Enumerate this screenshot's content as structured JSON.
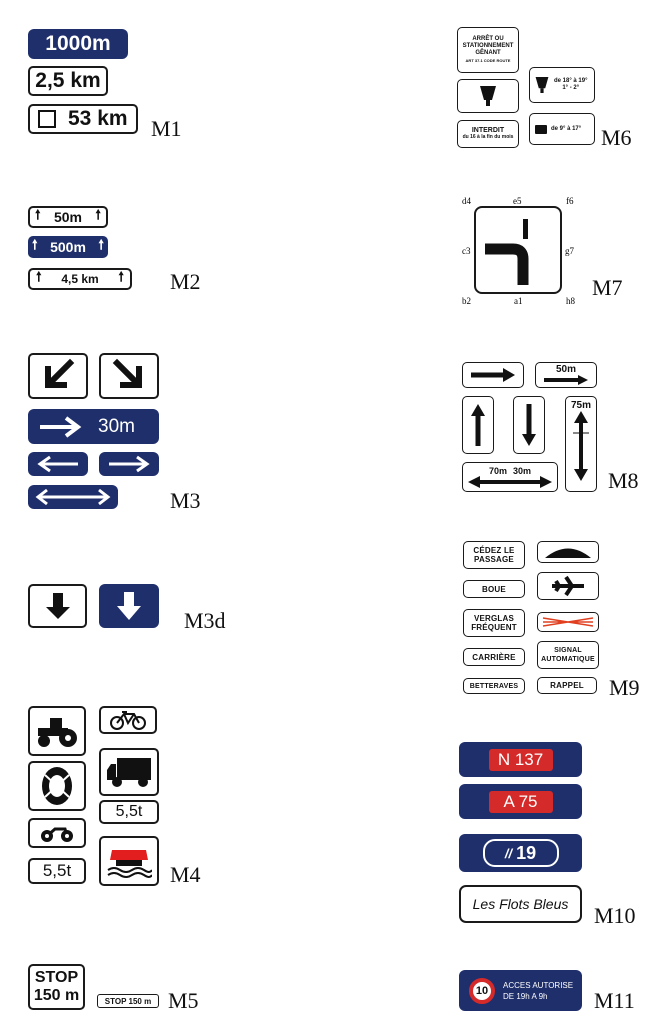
{
  "labels": {
    "m1": "M1",
    "m2": "M2",
    "m3": "M3",
    "m3d": "M3d",
    "m4": "M4",
    "m5": "M5",
    "m6": "M6",
    "m7": "M7",
    "m8": "M8",
    "m9": "M9",
    "m10": "M10",
    "m11": "M11"
  },
  "m1": {
    "dist_1000": "1000m",
    "dist_2_5": "2,5 km",
    "dist_53": "53 km"
  },
  "m2": {
    "dist_50": "50m",
    "dist_500": "500m",
    "dist_4_5": "4,5 km"
  },
  "m3": {
    "dist_30": "30m"
  },
  "m4": {
    "weight_a": "5,5t",
    "weight_b": "5,5t"
  },
  "m5": {
    "stop_big_word": "STOP",
    "stop_big_dist": "150 m",
    "stop_small": "STOP 150 m"
  },
  "m6": {
    "arret_lines": [
      "ARRÊT OU",
      "STATIONNEMENT",
      "GÊNANT"
    ],
    "arret_small": "ART 37.1 CODE ROUTE",
    "hours_a": "de 18° à 19°",
    "hours_a2": "1° - 2°",
    "interdit_word": "INTERDIT",
    "interdit_small": "du 16 à la fin du mois",
    "hours_b": "de 9° à 17°"
  },
  "m7": {
    "grid": {
      "d4": "d4",
      "e5": "e5",
      "f6": "f6",
      "c3": "c3",
      "g7": "g7",
      "b2": "b2",
      "a1": "a1",
      "h8": "h8"
    }
  },
  "m8": {
    "dist_50": "50m",
    "dist_75": "75m",
    "dist_70": "70m",
    "dist_30": "30m"
  },
  "m9": {
    "cedez": [
      "CÉDEZ LE",
      "PASSAGE"
    ],
    "boue": "BOUE",
    "verglas": [
      "VERGLAS",
      "FRÉQUENT"
    ],
    "carriere": "CARRIÈRE",
    "signal": [
      "SIGNAL",
      "AUTOMATIQUE"
    ],
    "betteraves": "BETTERAVES",
    "rappel": "RAPPEL"
  },
  "m10": {
    "route_n": "N 137",
    "route_a": "A 75",
    "route_e": "19",
    "place": "Les Flots Bleus"
  },
  "m11": {
    "speed": "10",
    "access_line1": "ACCES AUTORISE",
    "access_line2": "DE 19h A 9h"
  },
  "colors": {
    "blue": "#1f2f6b",
    "red": "#d42a2a",
    "black": "#1a1a1a"
  }
}
